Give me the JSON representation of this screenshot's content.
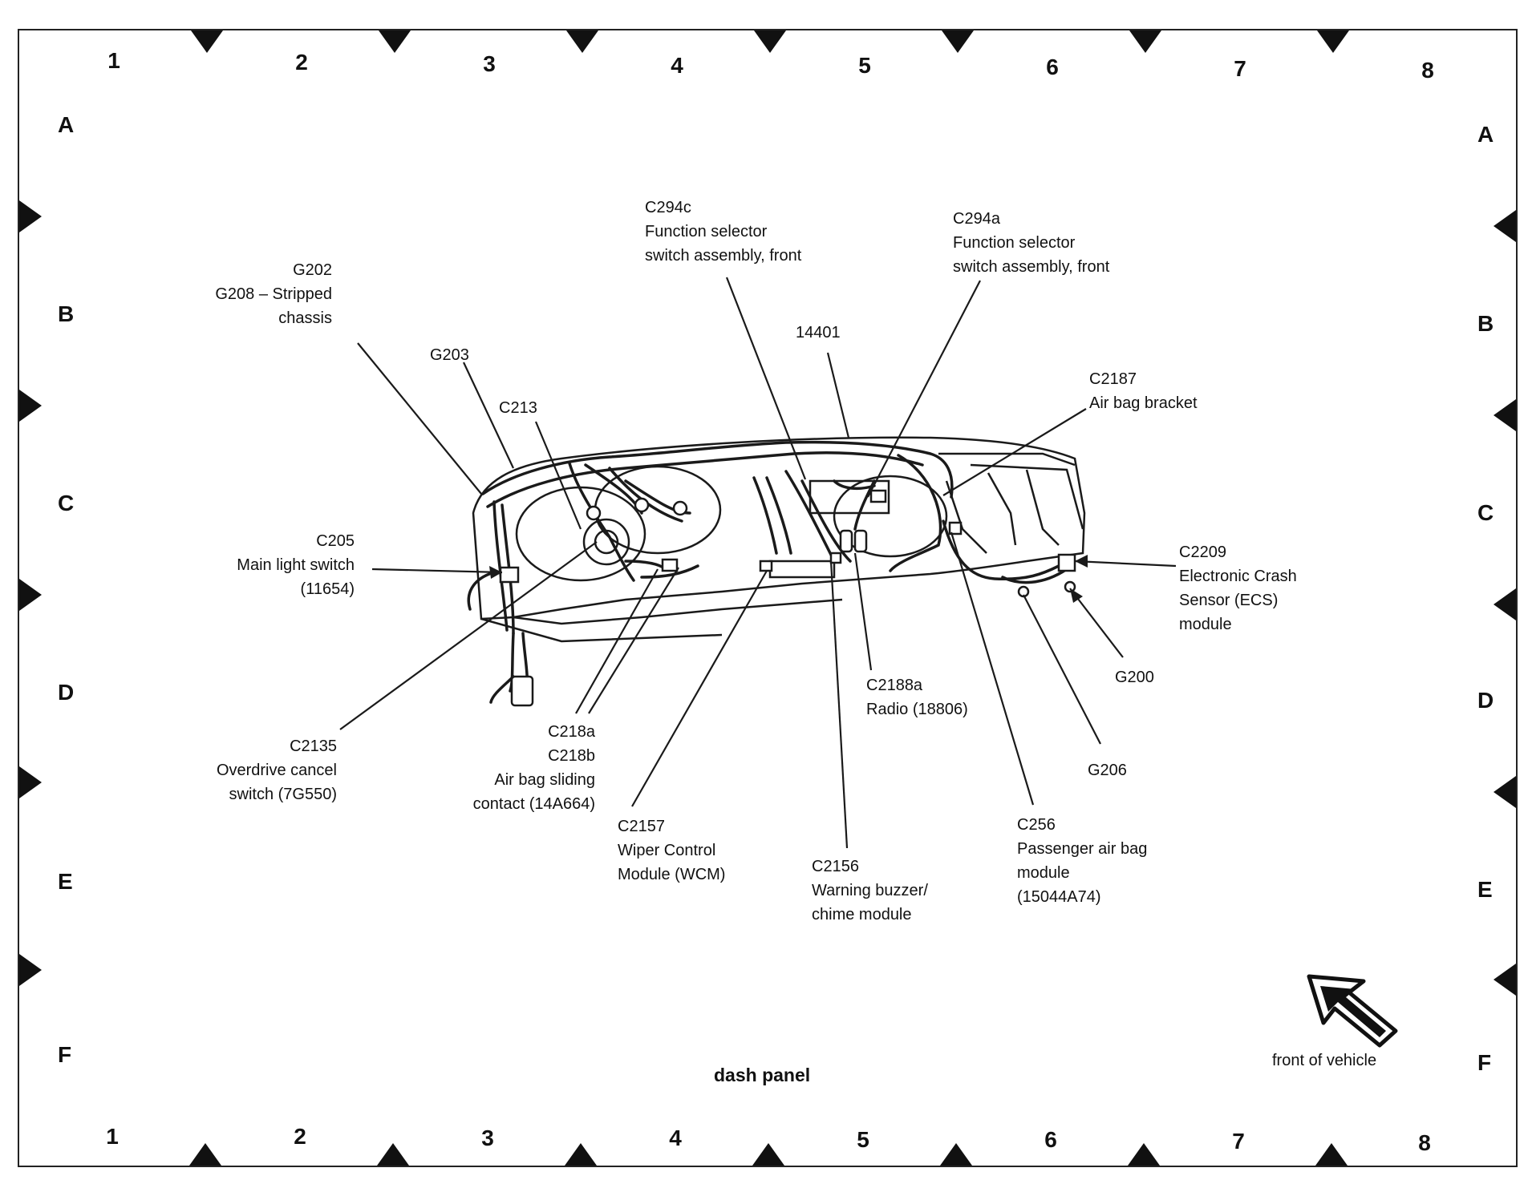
{
  "grid": {
    "columns": [
      "1",
      "2",
      "3",
      "4",
      "5",
      "6",
      "7",
      "8"
    ],
    "rows": [
      "A",
      "B",
      "C",
      "D",
      "E",
      "F"
    ]
  },
  "title": "dash panel",
  "orientation_label": "front of vehicle",
  "icons": {
    "orientation": "arrow-up-left-icon"
  },
  "colors": {
    "line": "#1a1a1a",
    "background": "#ffffff"
  },
  "callouts": {
    "g202": [
      "G202",
      "G208 – Stripped",
      "chassis"
    ],
    "g203": [
      "G203"
    ],
    "c213": [
      "C213"
    ],
    "c294c": [
      "C294c",
      "Function selector",
      "switch assembly, front"
    ],
    "n14401": [
      "14401"
    ],
    "c294a": [
      "C294a",
      "Function selector",
      "switch assembly, front"
    ],
    "c2187": [
      "C2187",
      "Air bag bracket"
    ],
    "c205": [
      "C205",
      "Main light switch",
      "(11654)"
    ],
    "c2209": [
      "C2209",
      "Electronic Crash",
      "Sensor (ECS)",
      "module"
    ],
    "g200": [
      "G200"
    ],
    "c2188a": [
      "C2188a",
      "Radio (18806)"
    ],
    "c2135": [
      "C2135",
      "Overdrive cancel",
      "switch (7G550)"
    ],
    "c218": [
      "C218a",
      "C218b",
      "Air bag sliding",
      "contact (14A664)"
    ],
    "g206": [
      "G206"
    ],
    "c2157": [
      "C2157",
      "Wiper Control",
      "Module (WCM)"
    ],
    "c256": [
      "C256",
      "Passenger air bag",
      "module",
      "(15044A74)"
    ],
    "c2156": [
      "C2156",
      "Warning buzzer/",
      "chime module"
    ]
  }
}
